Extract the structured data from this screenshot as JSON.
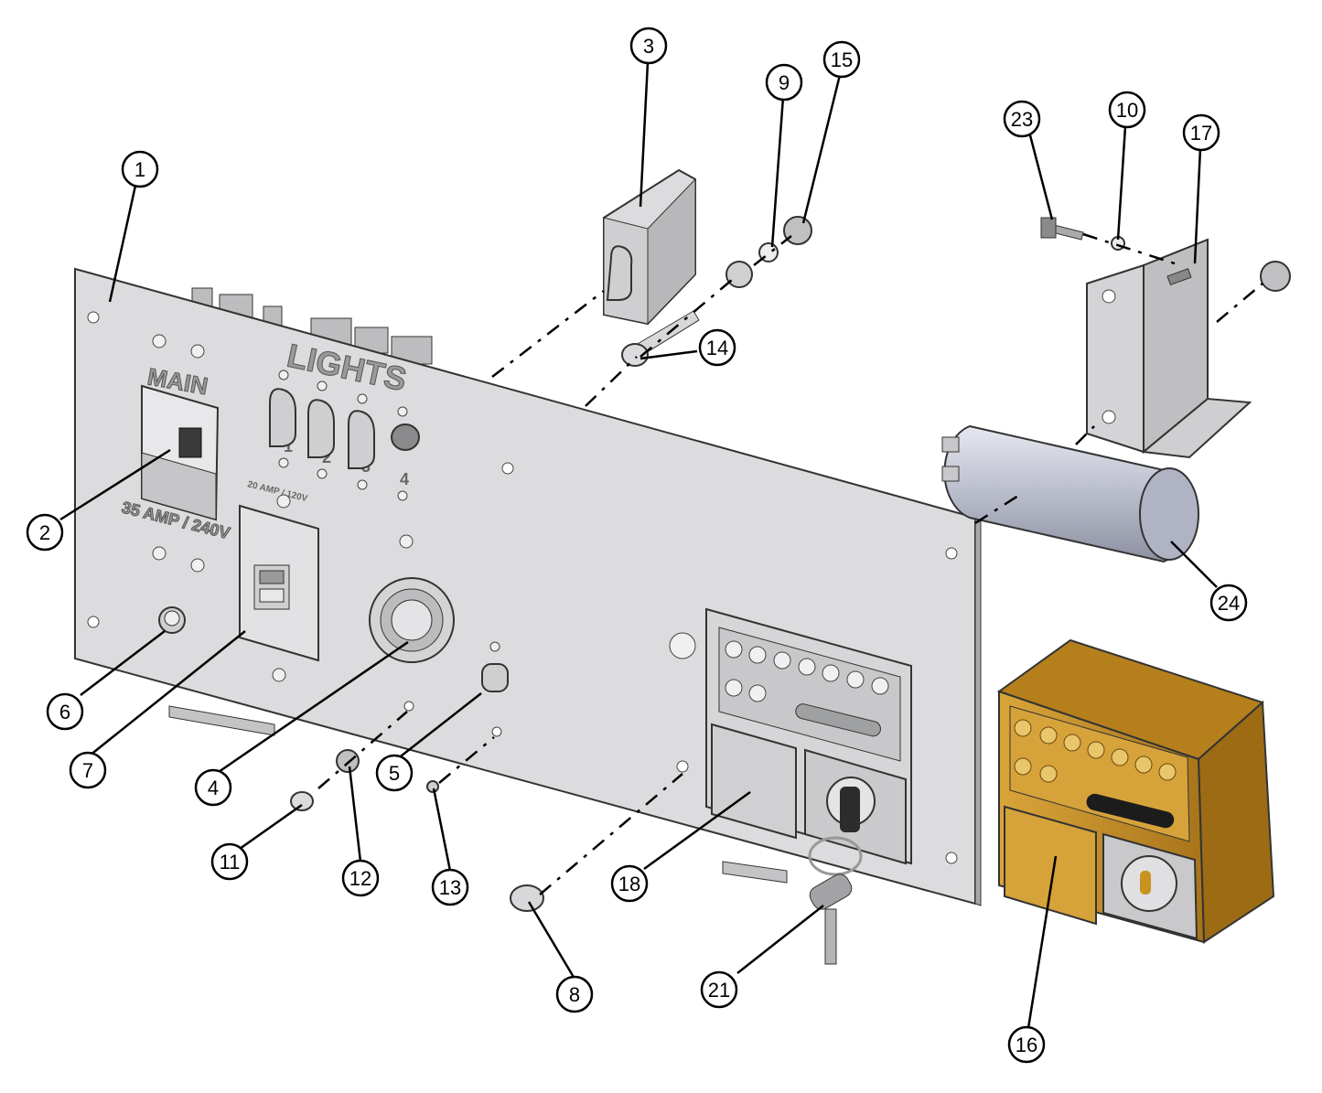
{
  "panel_labels": {
    "main": "MAIN",
    "lights": "LIGHTS",
    "main_rating": "35 AMP / 240V",
    "lights_rating": "20 AMP / 120V",
    "switch_1": "1",
    "switch_2": "2",
    "switch_3": "3",
    "switch_4": "4"
  },
  "callouts": [
    "1",
    "2",
    "3",
    "4",
    "5",
    "6",
    "7",
    "8",
    "9",
    "10",
    "11",
    "12",
    "13",
    "14",
    "15",
    "16",
    "17",
    "18",
    "21",
    "23",
    "24"
  ],
  "colors": {
    "panel": "#dcdcde",
    "outline": "#333333",
    "cover": "#c8931e",
    "capacitor": "#b9bccb"
  }
}
